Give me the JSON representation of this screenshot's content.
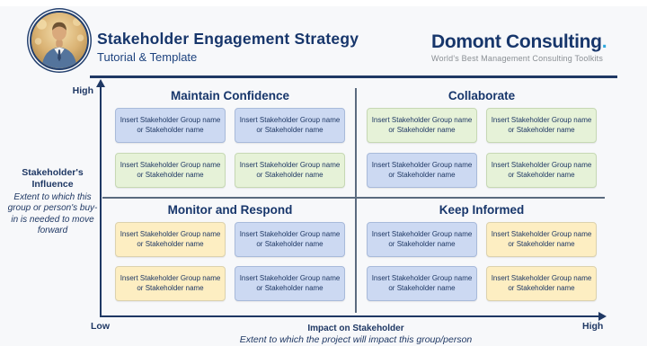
{
  "header": {
    "title": "Stakeholder Engagement Strategy",
    "subtitle": "Tutorial & Template",
    "brand_name": "Domont Consulting",
    "brand_dot": ".",
    "tagline": "World's Best Management Consulting Toolkits"
  },
  "matrix": {
    "box_line1": "Insert Stakeholder Group name",
    "box_line2": "or Stakeholder name",
    "quadrants": [
      {
        "title": "Maintain Confidence",
        "box_colors": [
          "blue",
          "blue",
          "green",
          "green"
        ]
      },
      {
        "title": "Collaborate",
        "box_colors": [
          "green",
          "green",
          "blue",
          "green"
        ]
      },
      {
        "title": "Monitor and Respond",
        "box_colors": [
          "yellow",
          "blue",
          "yellow",
          "blue"
        ]
      },
      {
        "title": "Keep Informed",
        "box_colors": [
          "blue",
          "yellow",
          "blue",
          "yellow"
        ]
      }
    ]
  },
  "axes": {
    "y_title": "Stakeholder's Influence",
    "y_description": "Extent to which this group or person's buy-in is needed to move forward",
    "y_max_label": "High",
    "x_min_label": "Low",
    "x_max_label": "High",
    "x_title": "Impact on Stakeholder",
    "x_description": "Extent to which the project will impact this group/person"
  },
  "palette": {
    "blue": {
      "bg": "#ccd9f2",
      "border": "#a8bada"
    },
    "green": {
      "bg": "#e6f2d8",
      "border": "#c6d8b4"
    },
    "yellow": {
      "bg": "#fdeec2",
      "border": "#dcd2ae"
    },
    "navy": "#1f3864",
    "accent_dot": "#2fa8dc",
    "divider": "#5b6b7f",
    "tagline_gray": "#8a8f94"
  }
}
